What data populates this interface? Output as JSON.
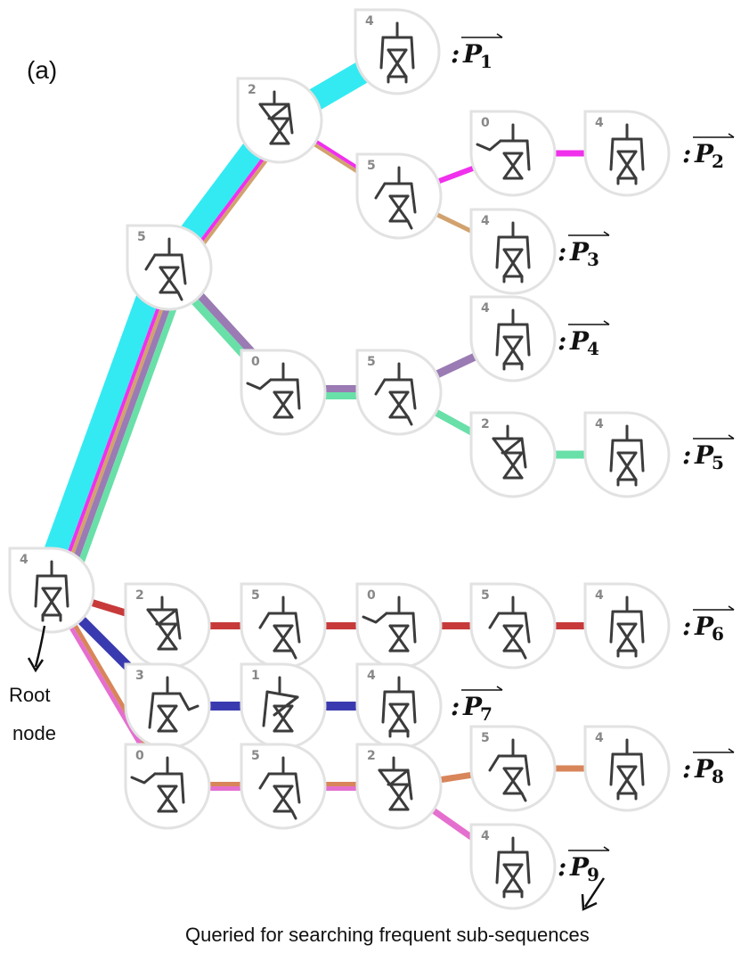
{
  "panel_label": "(a)",
  "root_label": [
    "Root",
    "node"
  ],
  "query_note": "Queried for searching frequent sub-sequences",
  "path_prefix": "P",
  "colors": {
    "P1": "#33eaf2",
    "P2": "#f030ec",
    "P3": "#d2a26e",
    "P4": "#9b7bb3",
    "P5": "#68e0a8",
    "P6": "#c83a3a",
    "P7": "#3a3ab0",
    "P8": "#d8855a",
    "P9": "#e56fcf",
    "node_fill": "#ffffff",
    "node_border": "#e2e2e2"
  },
  "nodes": {
    "root": {
      "num": "4",
      "pose": "stand"
    },
    "a2": {
      "num": "5",
      "pose": "arm-left"
    },
    "a3": {
      "num": "2",
      "pose": "cross"
    },
    "p1_end": {
      "num": "4",
      "pose": "stand"
    },
    "b4": {
      "num": "5",
      "pose": "arm-left"
    },
    "b5_0": {
      "num": "0",
      "pose": "arm-wave"
    },
    "b5_4": {
      "num": "4",
      "pose": "stand"
    },
    "b3_4": {
      "num": "4",
      "pose": "stand"
    },
    "c0": {
      "num": "0",
      "pose": "arm-wave"
    },
    "c5": {
      "num": "5",
      "pose": "arm-left"
    },
    "c4": {
      "num": "4",
      "pose": "stand"
    },
    "c2": {
      "num": "2",
      "pose": "cross"
    },
    "c2_4": {
      "num": "4",
      "pose": "stand"
    },
    "r6_2": {
      "num": "2",
      "pose": "cross"
    },
    "r6_5a": {
      "num": "5",
      "pose": "arm-left"
    },
    "r6_0": {
      "num": "0",
      "pose": "arm-wave"
    },
    "r6_5b": {
      "num": "5",
      "pose": "arm-left"
    },
    "r6_4": {
      "num": "4",
      "pose": "stand"
    },
    "r7_3": {
      "num": "3",
      "pose": "arm-right"
    },
    "r7_1": {
      "num": "1",
      "pose": "cross-right"
    },
    "r7_4": {
      "num": "4",
      "pose": "stand"
    },
    "r8_0": {
      "num": "0",
      "pose": "arm-wave"
    },
    "r8_5": {
      "num": "5",
      "pose": "arm-left"
    },
    "r8_2": {
      "num": "2",
      "pose": "cross"
    },
    "r8_5b": {
      "num": "5",
      "pose": "arm-left"
    },
    "r8_4": {
      "num": "4",
      "pose": "stand"
    },
    "r9_4": {
      "num": "4",
      "pose": "stand"
    }
  },
  "paths": [
    {
      "id": "P1",
      "sub": "1"
    },
    {
      "id": "P2",
      "sub": "2"
    },
    {
      "id": "P3",
      "sub": "3"
    },
    {
      "id": "P4",
      "sub": "4"
    },
    {
      "id": "P5",
      "sub": "5"
    },
    {
      "id": "P6",
      "sub": "6"
    },
    {
      "id": "P7",
      "sub": "7"
    },
    {
      "id": "P8",
      "sub": "8"
    },
    {
      "id": "P9",
      "sub": "9"
    }
  ]
}
